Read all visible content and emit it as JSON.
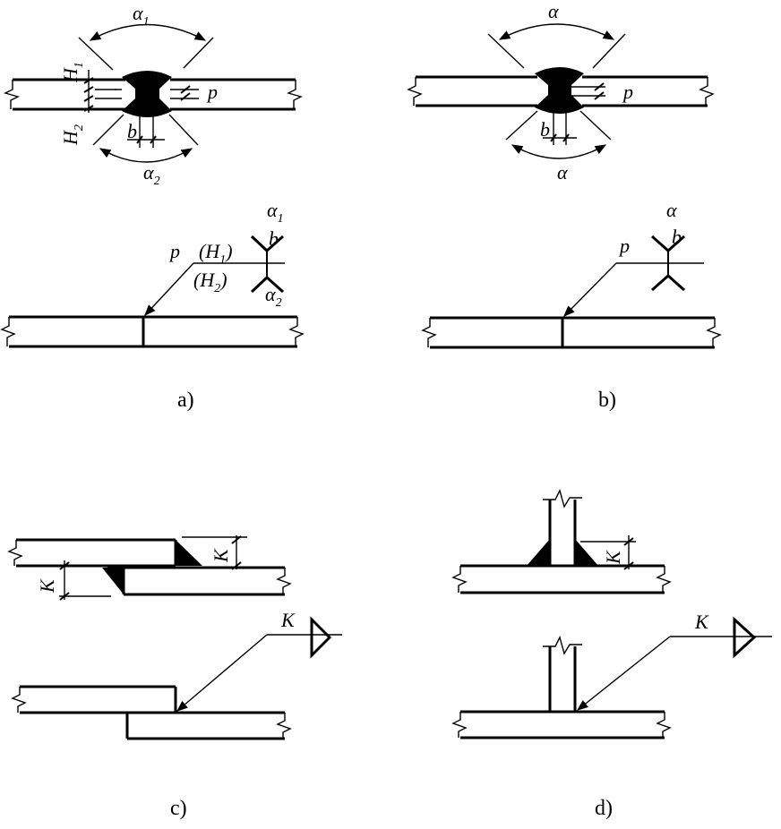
{
  "panels": [
    {
      "caption": "a)",
      "labels": {
        "alpha1": "α",
        "alpha1_sub": "1",
        "alpha2": "α",
        "alpha2_sub": "2",
        "H1": "H",
        "H1_sub": "1",
        "H2": "H",
        "H2_sub": "2",
        "p": "p",
        "b": "b",
        "sym_alpha1": "α",
        "sym_alpha1_sub": "1",
        "sym_b": "b",
        "sym_alpha2": "α",
        "sym_alpha2_sub": "2",
        "sym_p": "p",
        "sym_H1_open": "(H",
        "sym_H1_sub": "1",
        "sym_H1_close": ")",
        "sym_H2_open": "(H",
        "sym_H2_sub": "2",
        "sym_H2_close": ")"
      }
    },
    {
      "caption": "b)",
      "labels": {
        "alpha_top": "α",
        "alpha_bottom": "α",
        "p": "p",
        "b": "b",
        "sym_alpha": "α",
        "sym_b": "b",
        "sym_p": "p"
      }
    },
    {
      "caption": "c)",
      "labels": {
        "K_left": "K",
        "K_right": "K",
        "sym_K": "K"
      }
    },
    {
      "caption": "d)",
      "labels": {
        "K": "K",
        "sym_K": "K"
      }
    }
  ]
}
